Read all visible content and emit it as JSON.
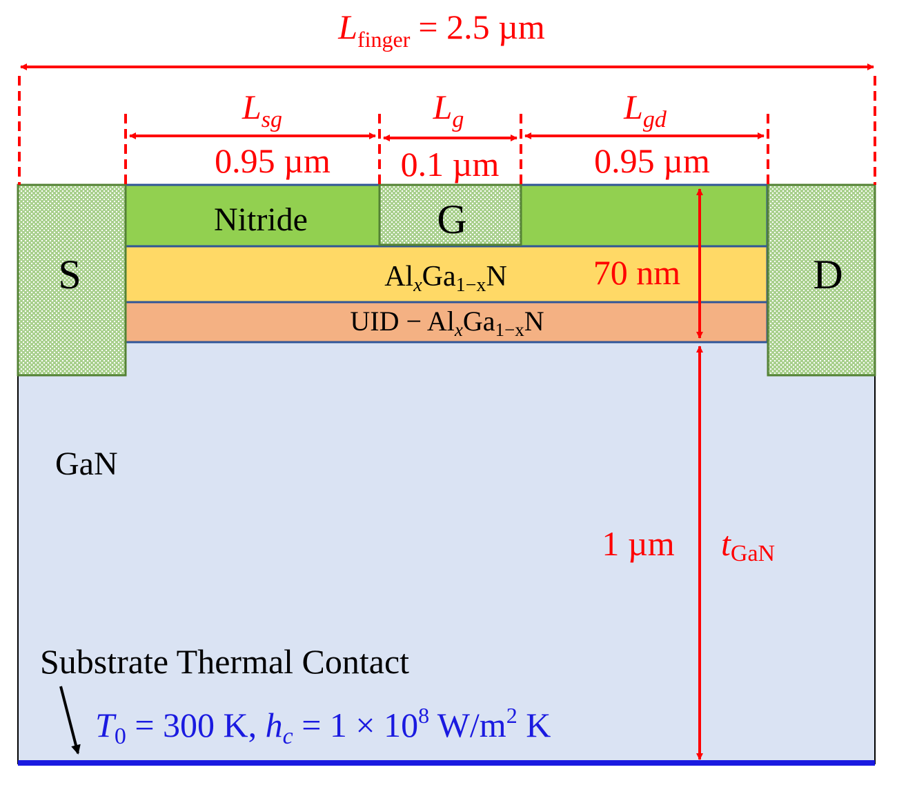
{
  "labels": {
    "finger_sym": "L",
    "finger_sub": "finger",
    "finger_val": "= 2.5 µm",
    "lsg_sym": "L",
    "lsg_sub": "sg",
    "lsg_val": "0.95 µm",
    "lg_sym": "L",
    "lg_sub": "g",
    "lg_val": "0.1 µm",
    "lgd_sym": "L",
    "lgd_sub": "gd",
    "lgd_val": "0.95 µm",
    "nitride": "Nitride",
    "gate": "G",
    "source": "S",
    "drain": "D",
    "algan_a": "Al",
    "algan_x": "x",
    "algan_b": "Ga",
    "algan_sub": "1−x",
    "algan_c": "N",
    "uid_a": "UID − Al",
    "uid_x": "x",
    "uid_b": "Ga",
    "uid_sub": "1−x",
    "uid_c": "N",
    "thick_top": "70 nm",
    "gan": "GaN",
    "thick_gan": "1 µm",
    "tgan_sym": "t",
    "tgan_sub": "GaN",
    "substrate": "Substrate Thermal Contact",
    "bc_T": "T",
    "bc_Tsub": "0",
    "bc_mid": " = 300 K, ",
    "bc_h": "h",
    "bc_hsub": "c",
    "bc_rest": " = 1 × 10",
    "bc_exp": "8",
    "bc_unit": " W/m",
    "bc_exp2": "2",
    "bc_end": " K"
  },
  "colors": {
    "annotation": "#ff0000",
    "boundary": "#1a1ae0",
    "nitride": "#92d050",
    "algan": "#ffd966",
    "uid": "#f4b183",
    "gan": "#dae3f3",
    "contact": "#a9d08e",
    "contact_border": "#548235"
  }
}
